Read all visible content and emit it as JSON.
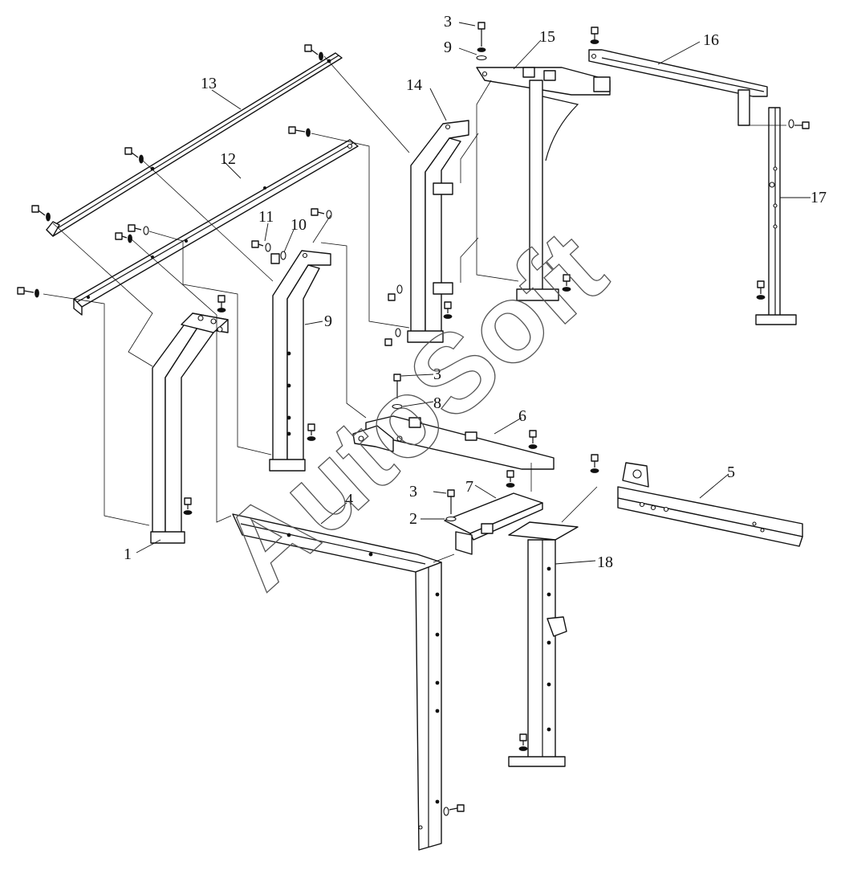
{
  "diagram": {
    "callouts": [
      "1",
      "2",
      "3",
      "3",
      "3",
      "4",
      "5",
      "6",
      "7",
      "8",
      "9",
      "9",
      "10",
      "11",
      "12",
      "13",
      "14",
      "15",
      "16",
      "17",
      "18"
    ]
  },
  "watermark": {
    "text": "AutoSoft",
    "color": "#555555"
  }
}
